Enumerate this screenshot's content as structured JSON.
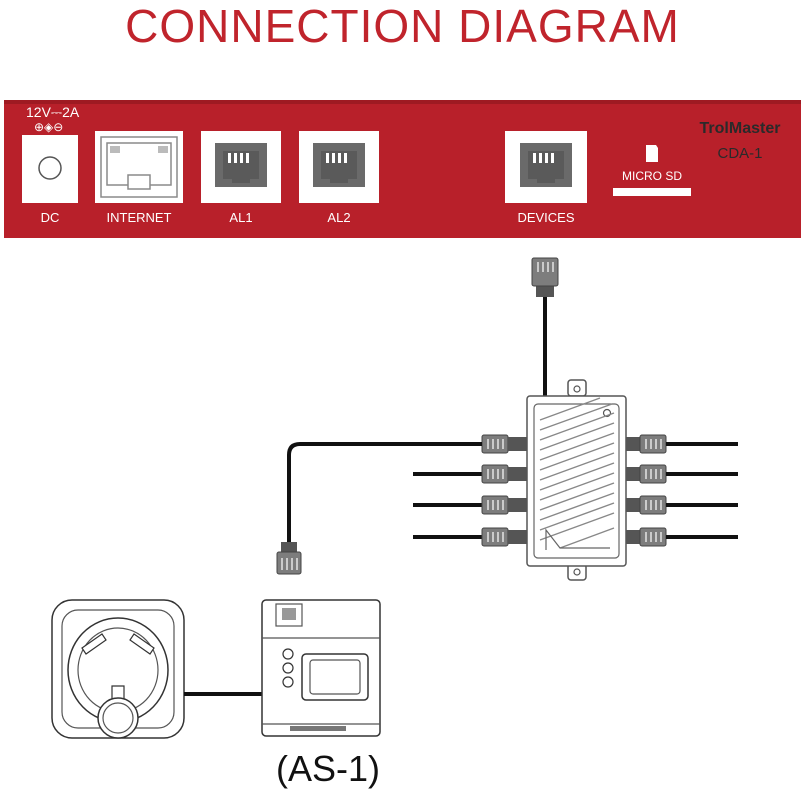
{
  "title": "CONNECTION DIAGRAM",
  "controller": {
    "brand": "TrolMaster",
    "model": "CDA-1",
    "power_rating": "12V⎓2A",
    "polarity_symbol": "⊕◈⊖",
    "ports": {
      "dc": "DC",
      "internet": "INTERNET",
      "al1": "AL1",
      "al2": "AL2",
      "devices": "DEVICES",
      "micro_sd": "MICRO SD"
    }
  },
  "sensor": {
    "caption": "(AS-1)"
  },
  "colors": {
    "brand_red": "#c0242c",
    "panel_red": "#b8202a",
    "cable": "#111111",
    "plug": "#7d7d7d"
  }
}
